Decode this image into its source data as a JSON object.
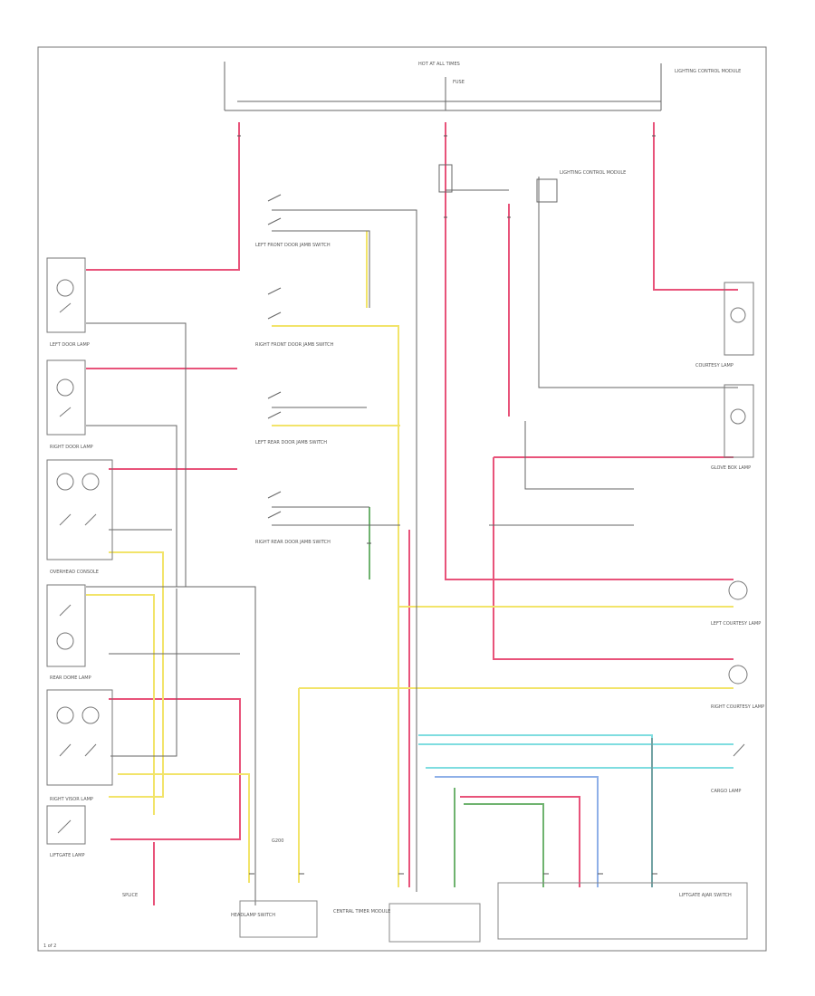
{
  "diagram": {
    "top_label": "HOT AT ALL TIMES",
    "fuse_label": "FUSE",
    "page_ref": "1 of 2",
    "labels": {
      "ignition_relay": "LIGHTING CONTROL MODULE",
      "left_door_lamp": "LEFT DOOR LAMP",
      "right_door_lamp": "RIGHT DOOR LAMP",
      "overhead_console": "OVERHEAD CONSOLE",
      "rear_dome": "REAR DOME LAMP",
      "right_visor": "RIGHT VISOR LAMP",
      "liftgate_lamp": "LIFTGATE LAMP",
      "left_front_switch": "LEFT FRONT DOOR JAMB SWITCH",
      "right_front_switch": "RIGHT FRONT DOOR JAMB SWITCH",
      "left_rear_switch": "LEFT REAR DOOR JAMB SWITCH",
      "right_rear_switch": "RIGHT REAR DOOR JAMB SWITCH",
      "courtesy_lamp": "COURTESY LAMP",
      "glove_box": "GLOVE BOX LAMP",
      "left_courtesy": "LEFT COURTESY LAMP",
      "right_courtesy": "RIGHT COURTESY LAMP",
      "central_timer": "CENTRAL TIMER MODULE",
      "headlamp_switch": "HEADLAMP SWITCH",
      "liftgate_switch": "LIFTGATE AJAR SWITCH",
      "cargo_lamp": "CARGO LAMP",
      "splice": "SPLICE",
      "ground": "G200"
    },
    "wire_colors": {
      "red": "#e8537a",
      "yellow": "#f2e46a",
      "cyan": "#7fdde0",
      "green": "#6fb36f",
      "blue": "#8fb0e8",
      "black": "#555555",
      "orange": "#e8a060"
    }
  }
}
